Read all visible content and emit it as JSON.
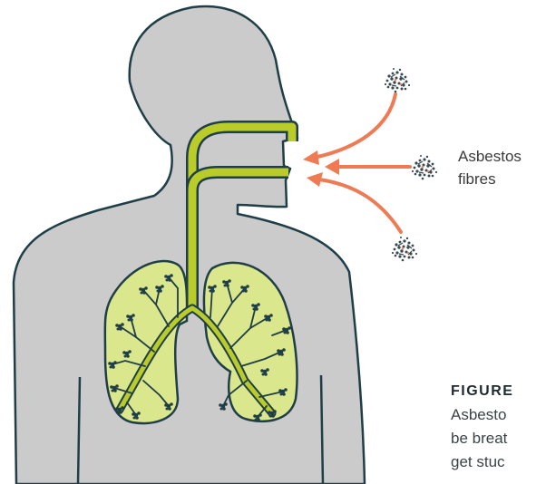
{
  "labels": {
    "fibre_line1": "Asbestos",
    "fibre_line2": "fibres"
  },
  "caption": {
    "title": "FIGURE",
    "lines": [
      "Asbesto",
      "be breat",
      "get stuc"
    ]
  },
  "colors": {
    "body_fill": "#cbcbcb",
    "body_outline": "#1f3e47",
    "airway": "#b9cc2a",
    "lung_fill": "#dbe78c",
    "arrow": "#ee7b53",
    "fibre_dots": "#3a4a52"
  },
  "icons": [
    "asbestos-fibre-cluster-icon",
    "arrow-icon"
  ]
}
